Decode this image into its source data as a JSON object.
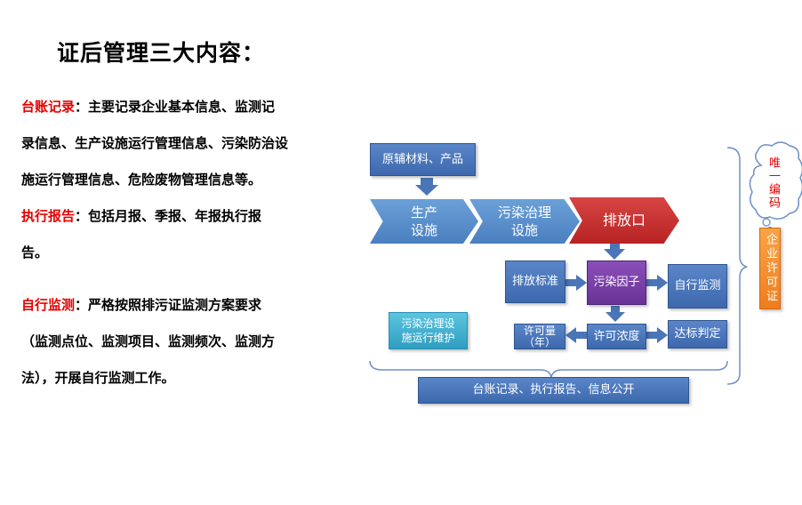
{
  "title": "证后管理三大内容：",
  "sections": [
    {
      "heading": "台账记录",
      "sep": "：",
      "text": "主要记录企业基本信息、监测记录信息、生产设施运行管理信息、污染防治设施运行管理信息、危险废物管理信息等。"
    },
    {
      "heading": "执行报告",
      "sep": "：",
      "text": "包括月报、季报、年报执行报告。"
    },
    {
      "heading": "自行监测",
      "sep": "：",
      "text": "严格按照排污证监测方案要求（监测点位、监测项目、监测频次、监测方法），开展自行监测工作。"
    }
  ],
  "diagram": {
    "raw_materials": "原辅材料、产品",
    "production": [
      "生产",
      "设施"
    ],
    "treatment": [
      "污染治理",
      "设施"
    ],
    "outlet": "排放口",
    "standard": "排放标准",
    "factor": "污染因子",
    "self_monitoring": "自行监测",
    "maintenance": [
      "污染治理设",
      "施运行维护"
    ],
    "permit_amount": [
      "许可量",
      "（年）"
    ],
    "permit_conc": "许可浓度",
    "compliance": "达标判定",
    "bottom": "台账记录、执行报告、信息公开",
    "unique_code": "唯一编码",
    "license": "企业许可证"
  },
  "colors": {
    "highlight": "#e60000",
    "blue_box": "#4a76b8",
    "outlet": "#c0392b",
    "factor": "#7a3fa8",
    "license": "#f28c28"
  }
}
